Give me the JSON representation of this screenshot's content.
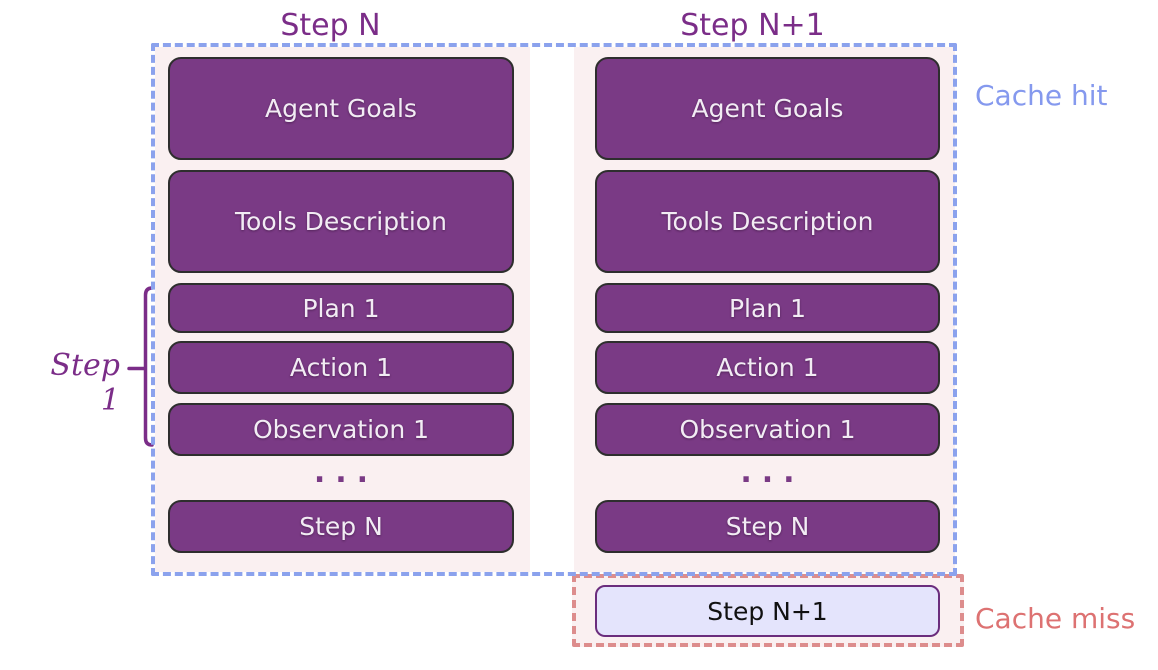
{
  "columns": [
    {
      "title": "Step N",
      "boxes": [
        "Agent Goals",
        "Tools Description",
        "Plan 1",
        "Action 1",
        "Observation 1"
      ],
      "ellipsis": "...",
      "final_box": "Step N"
    },
    {
      "title": "Step N+1",
      "boxes": [
        "Agent Goals",
        "Tools Description",
        "Plan 1",
        "Action 1",
        "Observation 1"
      ],
      "ellipsis": "...",
      "final_box": "Step N"
    }
  ],
  "cache_miss_box": "Step N+1",
  "annotations": {
    "cache_hit": "Cache hit",
    "cache_miss": "Cache miss",
    "step_bracket_label": "Step 1"
  },
  "colors": {
    "box_fill": "#7a3a85",
    "box_border": "#2e2e2e",
    "box_text": "#f2ecf4",
    "panel_bg": "#faf0f1",
    "title_text": "#7b2d88",
    "cache_hit_border": "#8ba2ed",
    "cache_hit_text": "#8599ee",
    "cache_miss_border": "#dd8d8d",
    "cache_miss_text": "#dd7272",
    "miss_box_fill": "#e4e4fc",
    "miss_box_border": "#6b2d7d"
  }
}
